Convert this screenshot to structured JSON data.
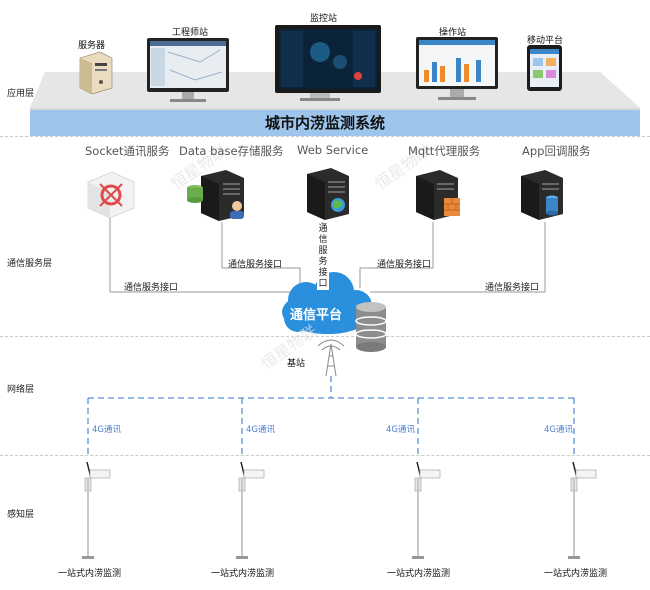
{
  "layers": {
    "application": "应用层",
    "comm_service": "通信服务层",
    "network": "网络层",
    "sensing": "感知层"
  },
  "app_devices": {
    "server": "服务器",
    "engineer": "工程师站",
    "monitor": "监控站",
    "operator": "操作站",
    "mobile": "移动平台"
  },
  "system_banner": "城市内涝监测系统",
  "services": [
    "Socket通讯服务",
    "Data base存储服务",
    "Web Service",
    "Mqtt代理服务",
    "App回调服务"
  ],
  "interface_label": "通信服务接口",
  "vertical_interface": [
    "通",
    "信",
    "服",
    "务",
    "接",
    "口"
  ],
  "platform": "通信平台",
  "base_station": "基站",
  "link_label": "4G通讯",
  "station_label": "一站式内涝监测",
  "colors": {
    "banner_blue": "#9ec6ec",
    "cloud_blue": "#2a8fdc",
    "dashed_blue": "#5b8fd6",
    "gray_platform": "#d6d6d6"
  },
  "watermark": "恒星物联"
}
